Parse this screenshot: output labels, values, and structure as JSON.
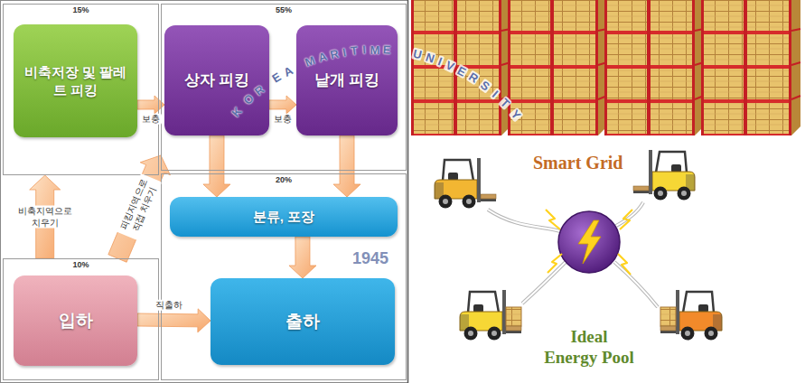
{
  "diagram": {
    "nodes": [
      {
        "text": [
          "15%"
        ]
      },
      {
        "text": [
          "비축저장 및 팔레트 피킹"
        ],
        "in": 0
      },
      {
        "text": [
          "55%"
        ]
      },
      {
        "text": [
          "상자 피킹"
        ],
        "in": 2
      },
      {
        "text": [
          "낱개 피킹"
        ],
        "in": 2
      },
      {
        "text": [
          "20%"
        ]
      },
      {
        "text": [
          "분류, 포장"
        ],
        "in": 5
      },
      {
        "text": [
          "출하"
        ],
        "in": 5
      },
      {
        "text": [
          "10%"
        ]
      },
      {
        "text": [
          "입하"
        ],
        "in": 8
      }
    ],
    "edges": [
      {
        "from": 1,
        "to": 3,
        "label": "보충",
        "arrow": "to"
      },
      {
        "from": 3,
        "to": 4,
        "label": "보충",
        "arrow": "to"
      },
      {
        "from": 3,
        "to": 6,
        "arrow": "to"
      },
      {
        "from": 4,
        "to": 6,
        "arrow": "to"
      },
      {
        "from": 6,
        "to": 7,
        "arrow": "to"
      },
      {
        "from": 9,
        "to": 7,
        "label": "직출하",
        "arrow": "to"
      },
      {
        "from": 8,
        "to": 0,
        "label": "비축지역으로 치우기",
        "arrow": "to"
      },
      {
        "from": 8,
        "to": 2,
        "label": "피킹지역으로 직접 치우기",
        "arrow": "to"
      }
    ],
    "labels": [
      "KOREA MARITIME UNIVERSITY",
      "Smart Grid",
      "1945",
      "Ideal Energy Pool"
    ]
  }
}
